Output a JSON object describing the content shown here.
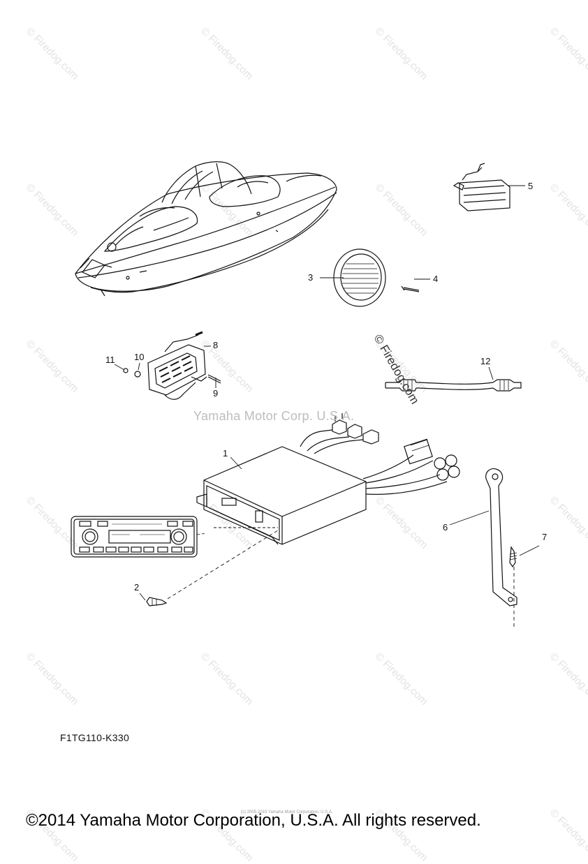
{
  "diagram": {
    "code": "F1TG110-K330",
    "corp_watermark": "Yamaha Motor Corp. U.S.A.",
    "fire_watermark": "© Firedog.com",
    "tile_watermark": "© Firedog.com",
    "copyright_small": "(c) 2005-2015 Yamaha Motor Corporation, U.S.A.",
    "copyright": "©2014 Yamaha Motor Corporation, U.S.A. All rights reserved."
  },
  "callouts": {
    "c1": "1",
    "c2": "2",
    "c3": "3",
    "c4": "4",
    "c5": "5",
    "c6": "6",
    "c7": "7",
    "c8": "8",
    "c9": "9",
    "c10": "10",
    "c11": "11",
    "c12": "12"
  }
}
